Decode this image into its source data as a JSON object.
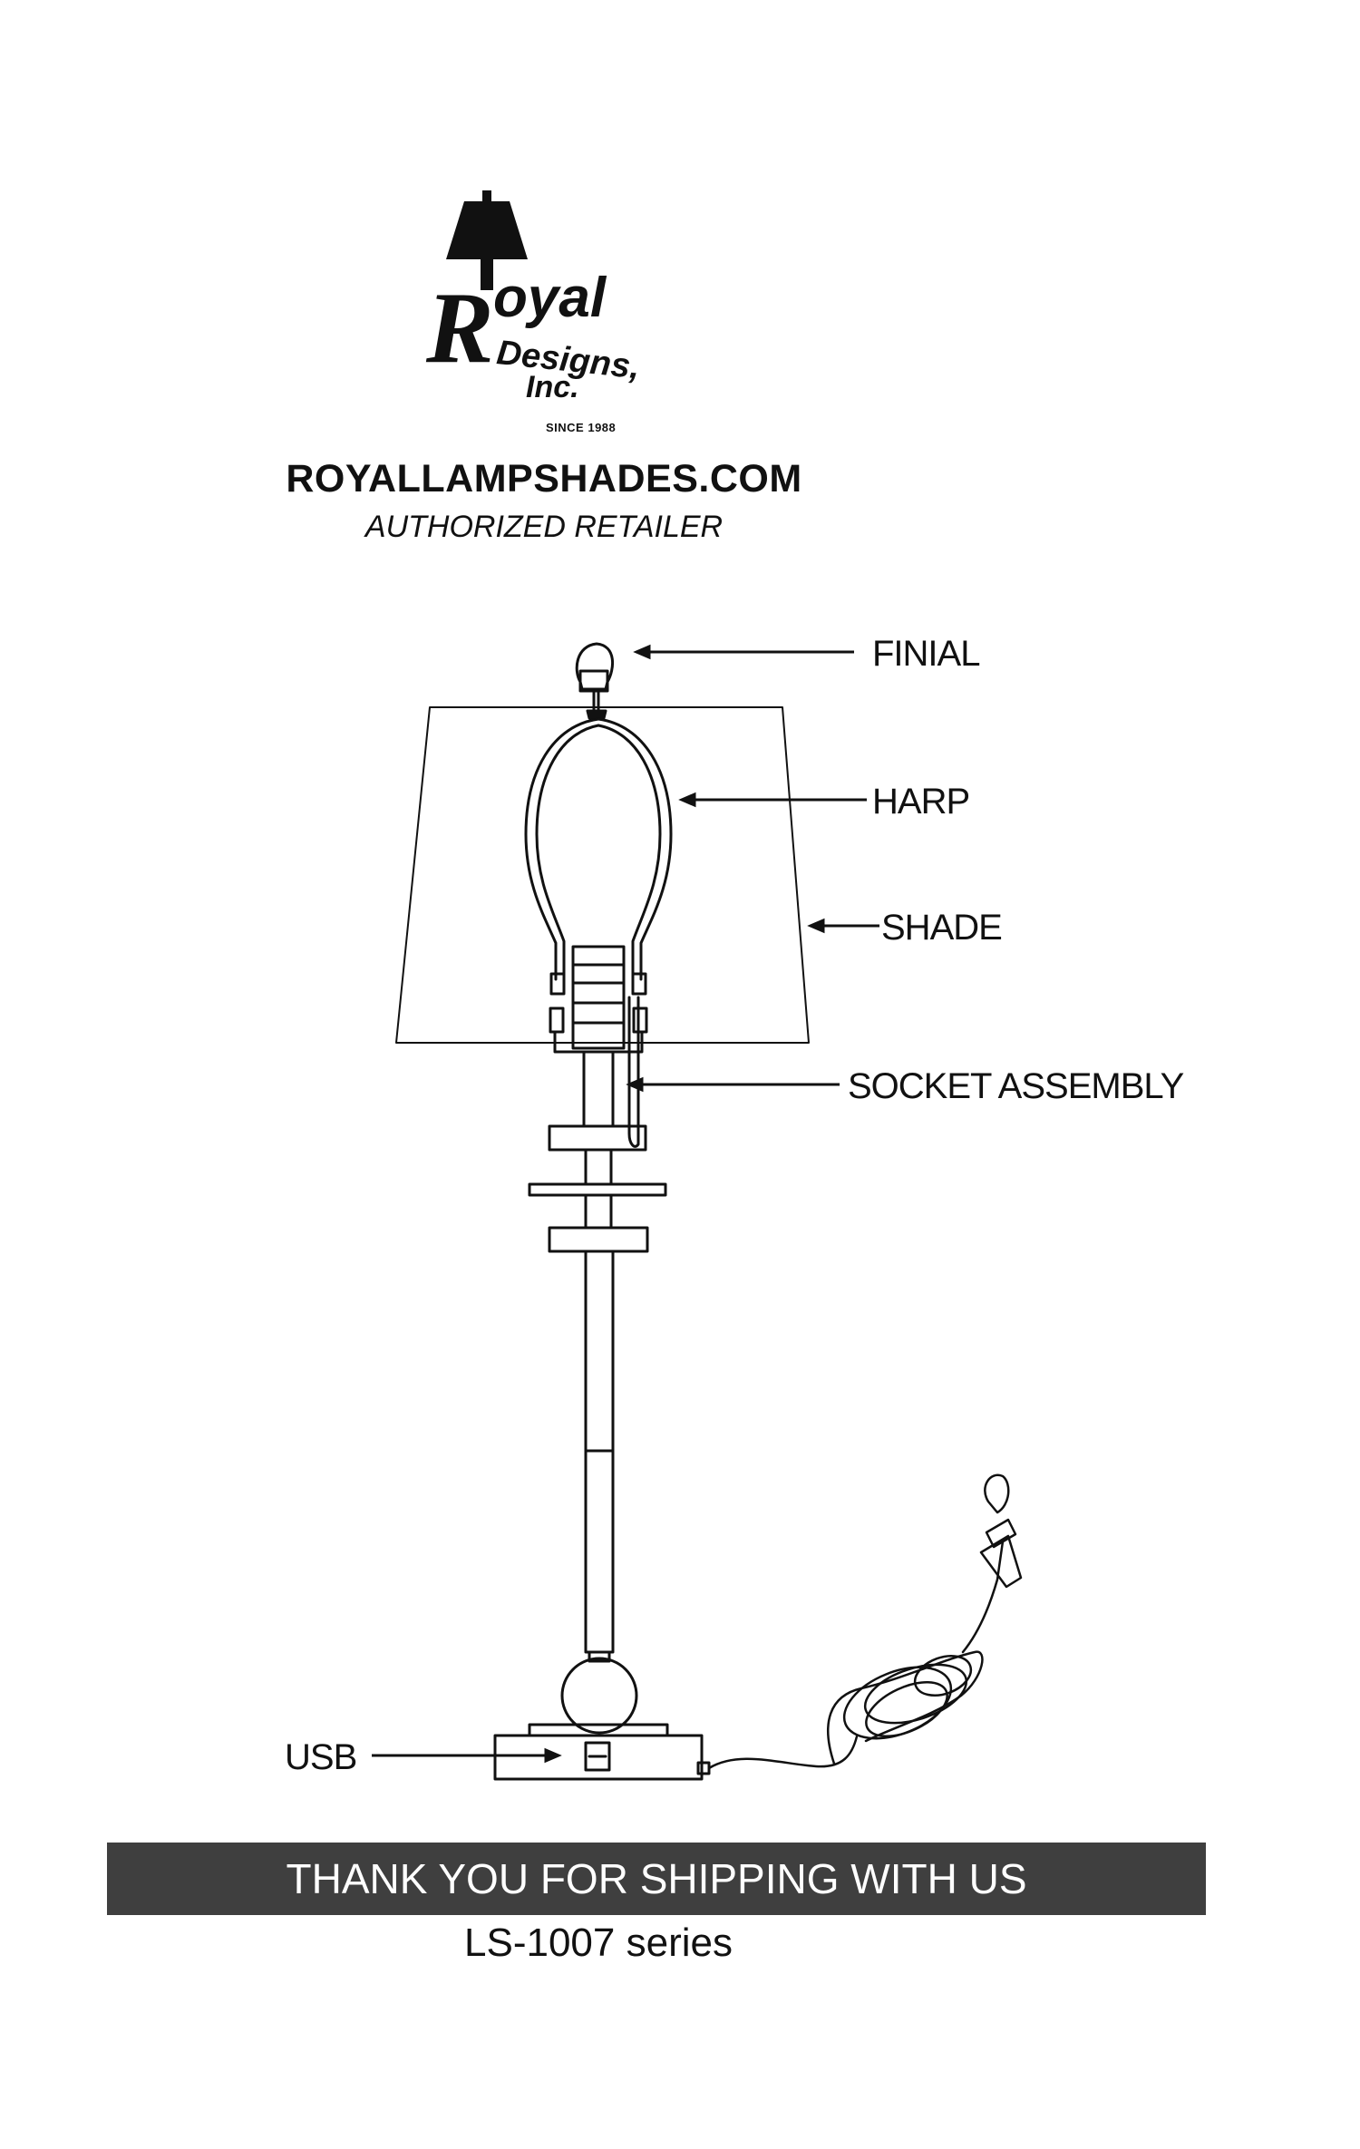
{
  "logo": {
    "r": "R",
    "oyal": "oyal",
    "designs": "Designs,",
    "inc": "Inc.",
    "since": "SINCE 1988"
  },
  "header": {
    "site": "ROYALLAMPSHADES.COM",
    "retailer": "AUTHORIZED RETAILER"
  },
  "diagram": {
    "labels": {
      "finial": "FINIAL",
      "harp": "HARP",
      "shade": "SHADE",
      "socket": "SOCKET ASSEMBLY",
      "usb": "USB"
    }
  },
  "footer": {
    "thanks": "THANK YOU FOR SHIPPING WITH US",
    "series": "LS-1007 series"
  }
}
